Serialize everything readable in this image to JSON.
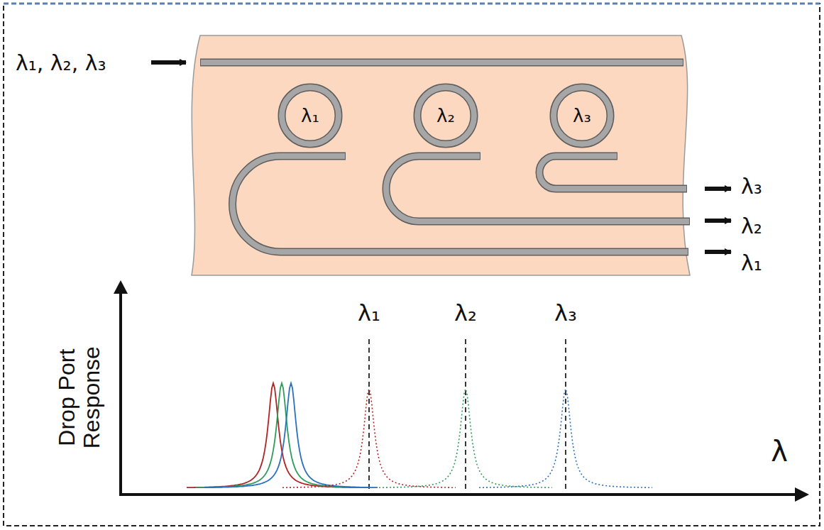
{
  "diagram": {
    "nodes": [
      {
        "text": [
          "λ₁"
        ]
      },
      {
        "text": [
          "λ₂"
        ]
      },
      {
        "text": [
          "λ₃"
        ]
      }
    ],
    "labels": [
      "λ₁, λ₂, λ₃",
      "λ₃",
      "λ₂",
      "λ₁",
      "Drop Port Response",
      "λ₁",
      "λ₂",
      "λ₃",
      "λ"
    ]
  }
}
